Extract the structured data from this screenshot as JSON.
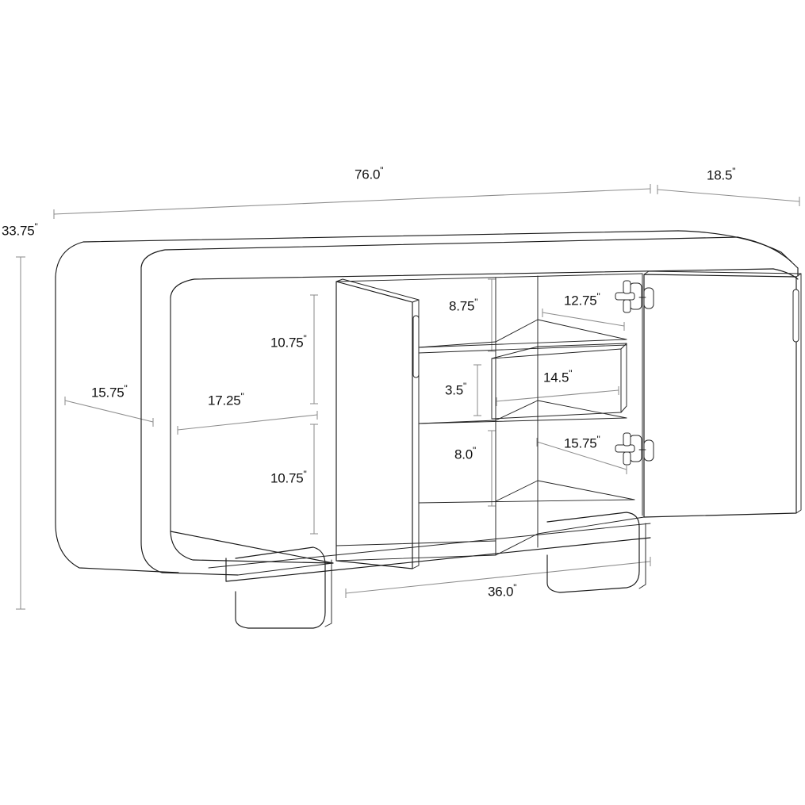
{
  "drawing": {
    "title": "Sideboard dimensioned technical line drawing",
    "subject": "two-door one-drawer curved sideboard",
    "unit_symbol": "\"",
    "line_color": "#1a1a1a",
    "dimension_color": "#8d8d8d",
    "background_color": "#ffffff"
  },
  "dimensions": {
    "overall_width": {
      "value": "76.0",
      "unit": "\"",
      "name": "overall-width"
    },
    "overall_depth": {
      "value": "18.5",
      "unit": "\"",
      "name": "overall-depth"
    },
    "overall_height": {
      "value": "33.75",
      "unit": "\"",
      "name": "overall-height"
    },
    "side_depth": {
      "value": "15.75",
      "unit": "\"",
      "name": "side-panel-depth"
    },
    "left_cabinet_width": {
      "value": "17.25",
      "unit": "\"",
      "name": "left-cabinet-interior-width"
    },
    "left_upper_shelf_height": {
      "value": "10.75",
      "unit": "\"",
      "name": "left-upper-compartment-height"
    },
    "left_lower_shelf_height": {
      "value": "10.75",
      "unit": "\"",
      "name": "left-lower-compartment-height"
    },
    "center_upper_height": {
      "value": "8.75",
      "unit": "\"",
      "name": "center-upper-compartment-height"
    },
    "center_upper_width": {
      "value": "12.75",
      "unit": "\"",
      "name": "center-upper-compartment-width"
    },
    "drawer_height": {
      "value": "3.5",
      "unit": "\"",
      "name": "drawer-height"
    },
    "drawer_width": {
      "value": "14.5",
      "unit": "\"",
      "name": "drawer-width"
    },
    "center_lower_height": {
      "value": "8.0",
      "unit": "\"",
      "name": "center-lower-compartment-height"
    },
    "center_lower_width": {
      "value": "15.75",
      "unit": "\"",
      "name": "center-lower-compartment-width"
    },
    "base_width": {
      "value": "36.0",
      "unit": "\"",
      "name": "base-plinth-width"
    }
  },
  "components": {
    "left_door": "left-door-panel-open",
    "right_door": "right-door-panel-open",
    "drawer": "center-drawer",
    "hinge_upper": "upper-cabinet-hinge",
    "hinge_lower": "lower-cabinet-hinge",
    "handle_left": "left-door-handle",
    "handle_right": "right-door-handle",
    "leg_left": "left-base-leg",
    "leg_right": "right-base-leg"
  }
}
